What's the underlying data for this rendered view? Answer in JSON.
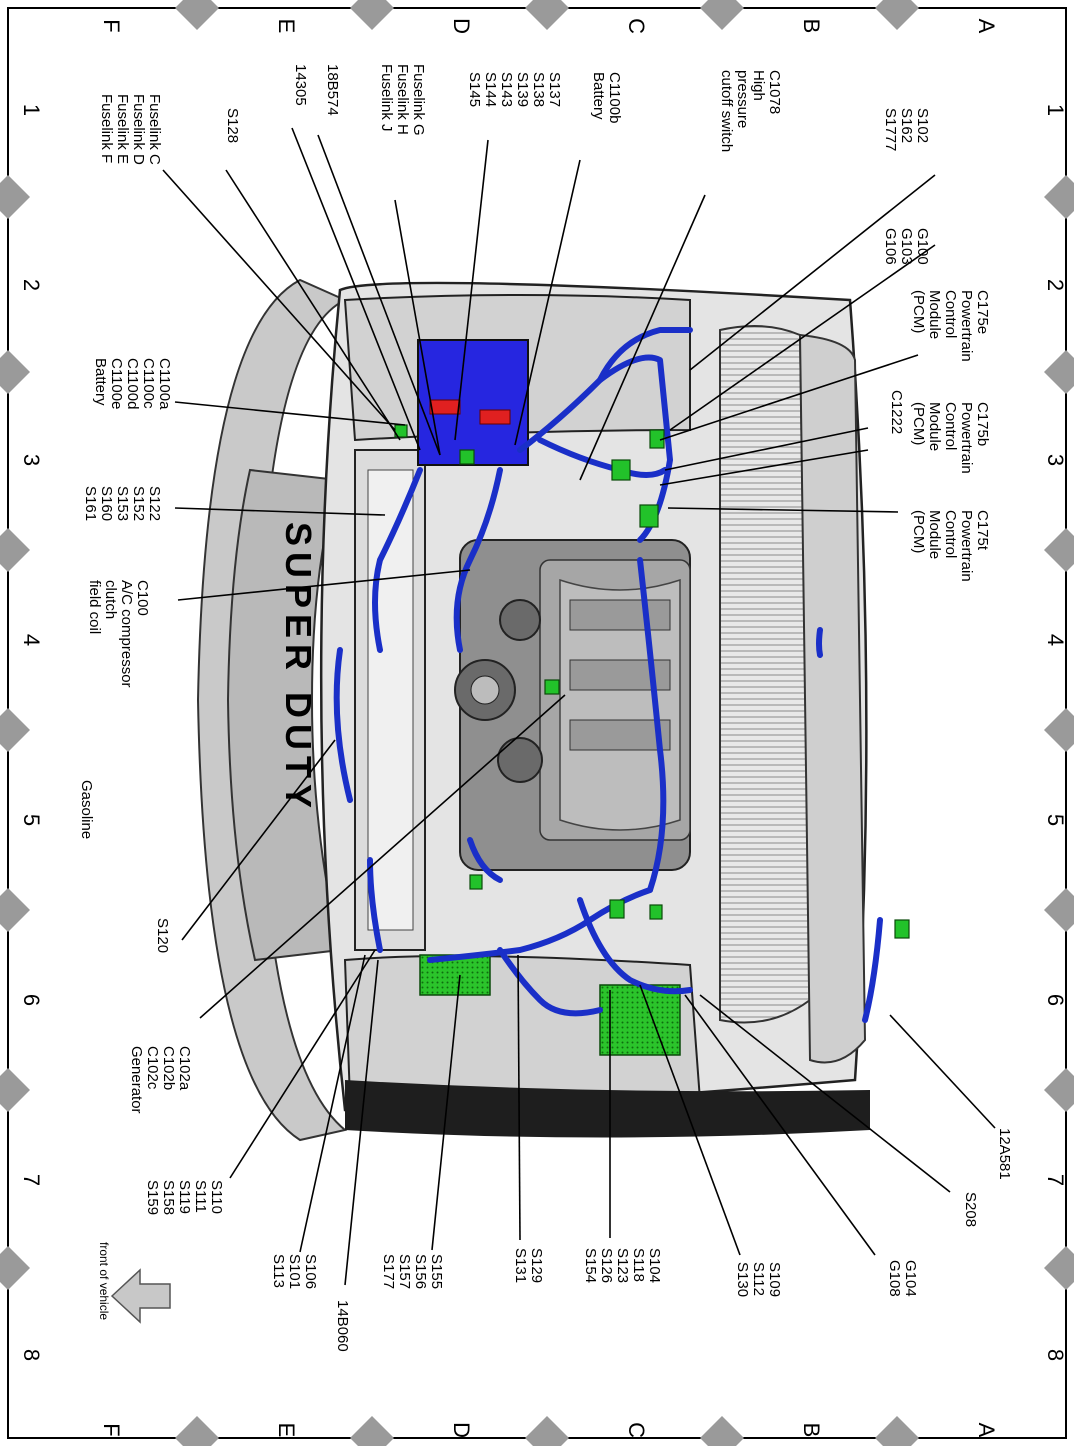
{
  "grid": {
    "rows": [
      "A",
      "B",
      "C",
      "D",
      "E",
      "F"
    ],
    "cols": [
      "1",
      "2",
      "3",
      "4",
      "5",
      "6",
      "7",
      "8"
    ]
  },
  "labels": {
    "s102": [
      "S102",
      "S162",
      "S1777"
    ],
    "c1078": [
      "C1078",
      "High",
      "pressure",
      "cutoff switch"
    ],
    "c1100b": [
      "C1100b",
      "Battery"
    ],
    "s137": [
      "S137",
      "S138",
      "S139",
      "S143",
      "S144",
      "S145"
    ],
    "fuselink_g": [
      "Fuselink G",
      "Fuselink H",
      "Fuselink J"
    ],
    "b18b574": [
      "18B574"
    ],
    "b14305": [
      "14305"
    ],
    "s128": [
      "S128"
    ],
    "fuselink_c": [
      "Fuselink C",
      "Fuselink D",
      "Fuselink E",
      "Fuselink F"
    ],
    "g100": [
      "G100",
      "G103",
      "G106"
    ],
    "c175e": [
      "C175e",
      "Powertrain",
      "Control",
      "Module",
      "(PCM)"
    ],
    "c1222": [
      "C1222"
    ],
    "c175b": [
      "C175b",
      "Powertrain",
      "Control",
      "Module",
      "(PCM)"
    ],
    "c175t": [
      "C175t",
      "Powertrain",
      "Control",
      "Module",
      "(PCM)"
    ],
    "c1100a": [
      "C1100a",
      "C1100c",
      "C1100d",
      "C1100e",
      "Battery"
    ],
    "s122": [
      "S122",
      "S152",
      "S153",
      "S160",
      "S161"
    ],
    "c100": [
      "C100",
      "A/C compressor",
      "clutch",
      "field coil"
    ],
    "gasoline": [
      "Gasoline"
    ],
    "s120": [
      "S120"
    ],
    "c102": [
      "C102a",
      "C102b",
      "C102c",
      "Generator"
    ],
    "s110": [
      "S110",
      "S111",
      "S119",
      "S158",
      "S159"
    ],
    "s106": [
      "S106",
      "S101",
      "S113"
    ],
    "b14b060": [
      "14B060"
    ],
    "s155": [
      "S155",
      "S156",
      "S157",
      "S177"
    ],
    "s129": [
      "S129",
      "S131"
    ],
    "s104": [
      "S104",
      "S118",
      "S123",
      "S126",
      "S154"
    ],
    "s109": [
      "S109",
      "S112",
      "S130"
    ],
    "g104": [
      "G104",
      "G108"
    ],
    "s208": [
      "S208"
    ],
    "b12a581": [
      "12A581"
    ],
    "front": [
      "front of vehicle"
    ]
  },
  "vehicle": {
    "grille_text": "SUPER DUTY"
  },
  "colors": {
    "harness": "#1a2fc8",
    "connector": "#22c22a",
    "battery": "#2626e0",
    "battery_terminal": "#e02020",
    "body_panel": "#d6d6d6",
    "engine": "#8a8a8a",
    "border_diamond": "#9a9a9a",
    "arrow": "#c8c8c8"
  }
}
